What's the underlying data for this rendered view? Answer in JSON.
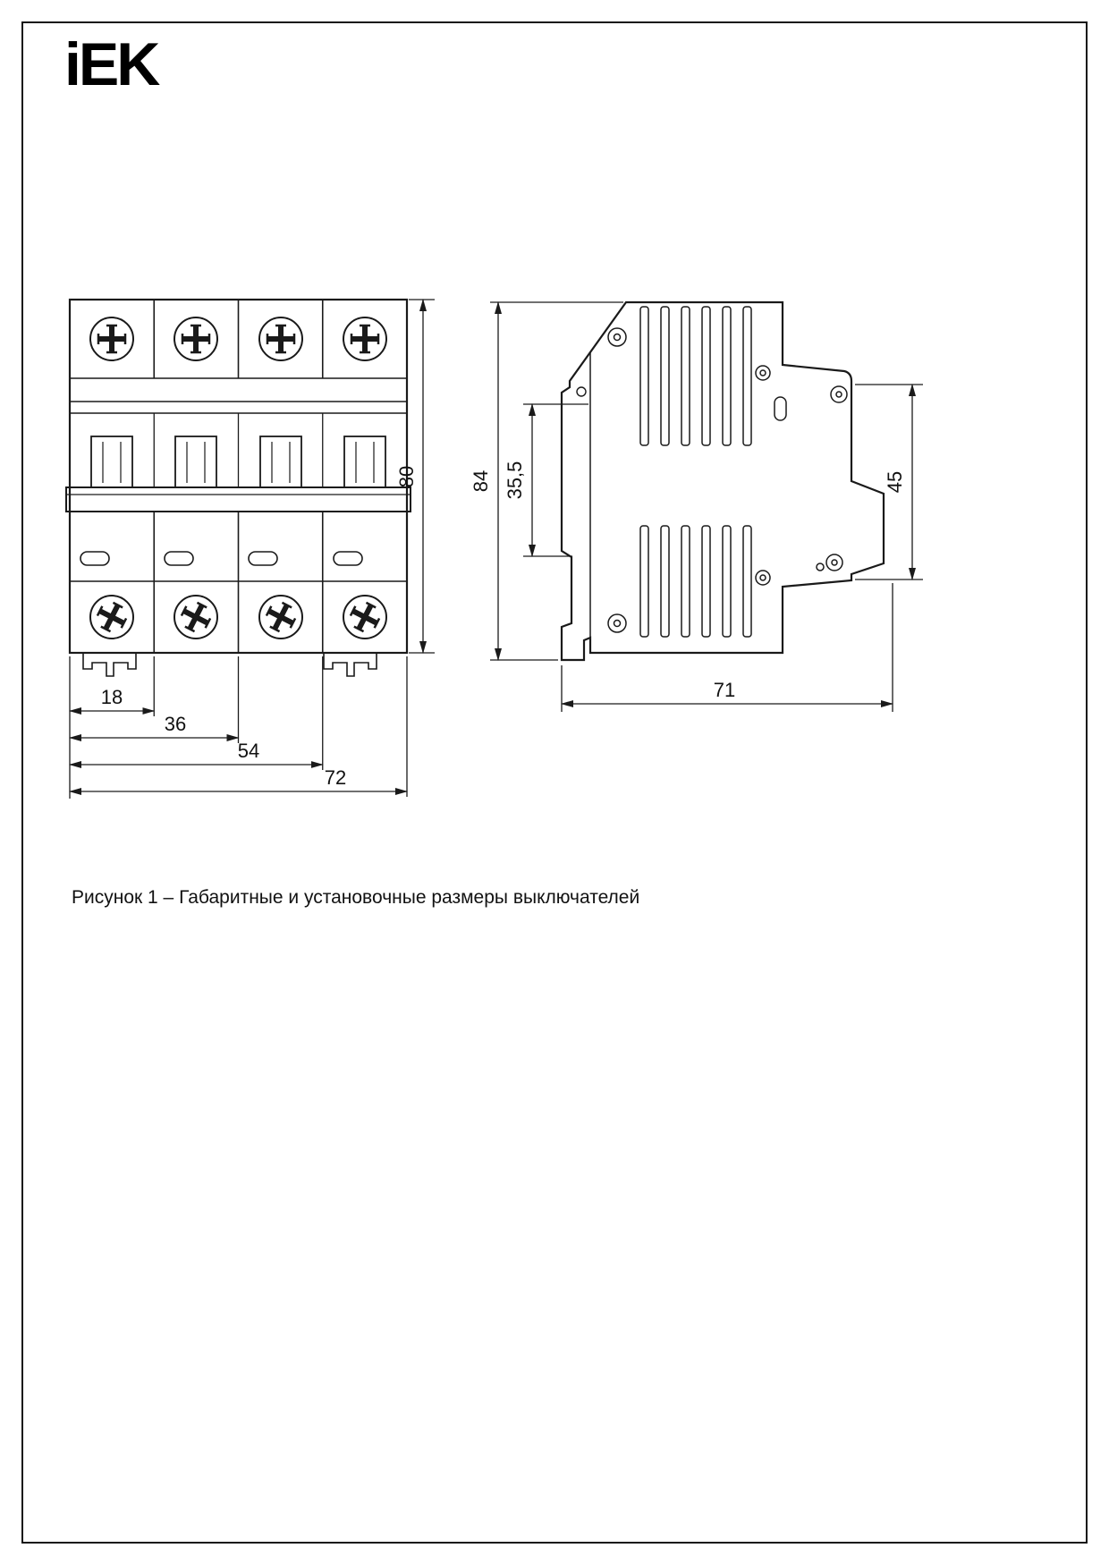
{
  "logo": "iEK",
  "caption": "Рисунок 1 – Габаритные и установочные размеры выключателей",
  "front_view": {
    "dim_height": "80",
    "dim_w1": "18",
    "dim_w2": "36",
    "dim_w3": "54",
    "dim_w4": "72"
  },
  "side_view": {
    "dim_height": "84",
    "dim_rail": "35,5",
    "dim_front": "45",
    "dim_depth": "71"
  }
}
